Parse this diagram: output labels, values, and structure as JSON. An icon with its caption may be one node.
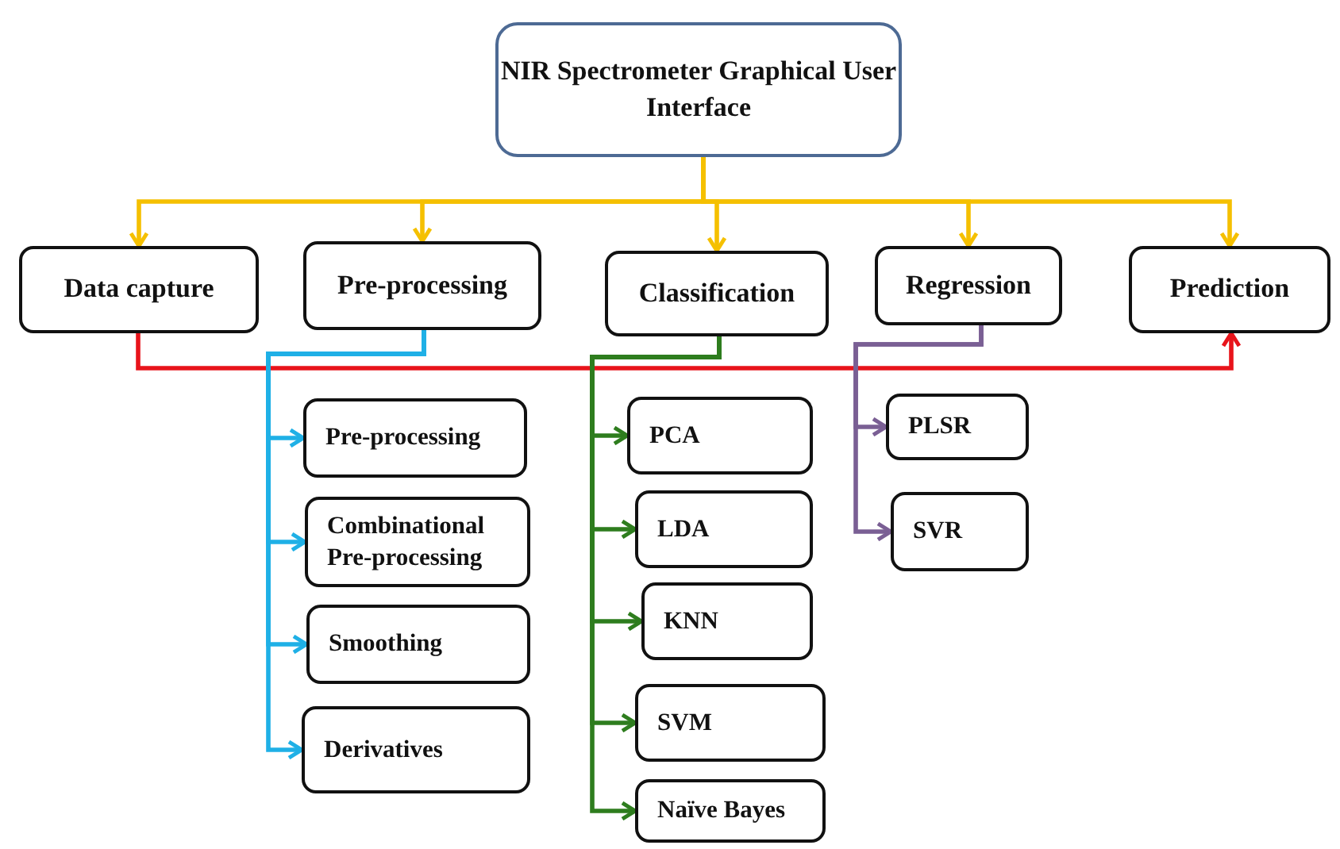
{
  "diagram": {
    "nodes": [
      {
        "text": [
          "NIR Spectrometer Graphical User Interface"
        ]
      },
      {
        "text": [
          "Data capture"
        ]
      },
      {
        "text": [
          "Pre-processing"
        ]
      },
      {
        "text": [
          "Classification"
        ]
      },
      {
        "text": [
          "Regression"
        ]
      },
      {
        "text": [
          "Prediction"
        ]
      },
      {
        "text": [
          "Pre-processing"
        ]
      },
      {
        "text": [
          "Combinational Pre-processing"
        ]
      },
      {
        "text": [
          "Smoothing"
        ]
      },
      {
        "text": [
          "Derivatives"
        ]
      },
      {
        "text": [
          "PCA"
        ]
      },
      {
        "text": [
          "LDA"
        ]
      },
      {
        "text": [
          "KNN"
        ]
      },
      {
        "text": [
          "SVM"
        ]
      },
      {
        "text": [
          "Naïve Bayes"
        ]
      },
      {
        "text": [
          "PLSR"
        ]
      },
      {
        "text": [
          "SVR"
        ]
      }
    ],
    "edges": [
      {
        "from": 0,
        "to": 1,
        "arrow": "to",
        "color": "#f5c000"
      },
      {
        "from": 0,
        "to": 2,
        "arrow": "to",
        "color": "#f5c000"
      },
      {
        "from": 0,
        "to": 3,
        "arrow": "to",
        "color": "#f5c000"
      },
      {
        "from": 0,
        "to": 4,
        "arrow": "to",
        "color": "#f5c000"
      },
      {
        "from": 0,
        "to": 5,
        "arrow": "to",
        "color": "#f5c000"
      },
      {
        "from": 1,
        "to": 5,
        "arrow": "to",
        "color": "#e8141b"
      },
      {
        "from": 2,
        "to": 6,
        "arrow": "to",
        "color": "#1fb0e6"
      },
      {
        "from": 2,
        "to": 7,
        "arrow": "to",
        "color": "#1fb0e6"
      },
      {
        "from": 2,
        "to": 8,
        "arrow": "to",
        "color": "#1fb0e6"
      },
      {
        "from": 2,
        "to": 9,
        "arrow": "to",
        "color": "#1fb0e6"
      },
      {
        "from": 3,
        "to": 10,
        "arrow": "to",
        "color": "#2e7d1e"
      },
      {
        "from": 3,
        "to": 11,
        "arrow": "to",
        "color": "#2e7d1e"
      },
      {
        "from": 3,
        "to": 12,
        "arrow": "to",
        "color": "#2e7d1e"
      },
      {
        "from": 3,
        "to": 13,
        "arrow": "to",
        "color": "#2e7d1e"
      },
      {
        "from": 3,
        "to": 14,
        "arrow": "to",
        "color": "#2e7d1e"
      },
      {
        "from": 4,
        "to": 15,
        "arrow": "to",
        "color": "#7a5f94"
      },
      {
        "from": 4,
        "to": 16,
        "arrow": "to",
        "color": "#7a5f94"
      }
    ]
  }
}
